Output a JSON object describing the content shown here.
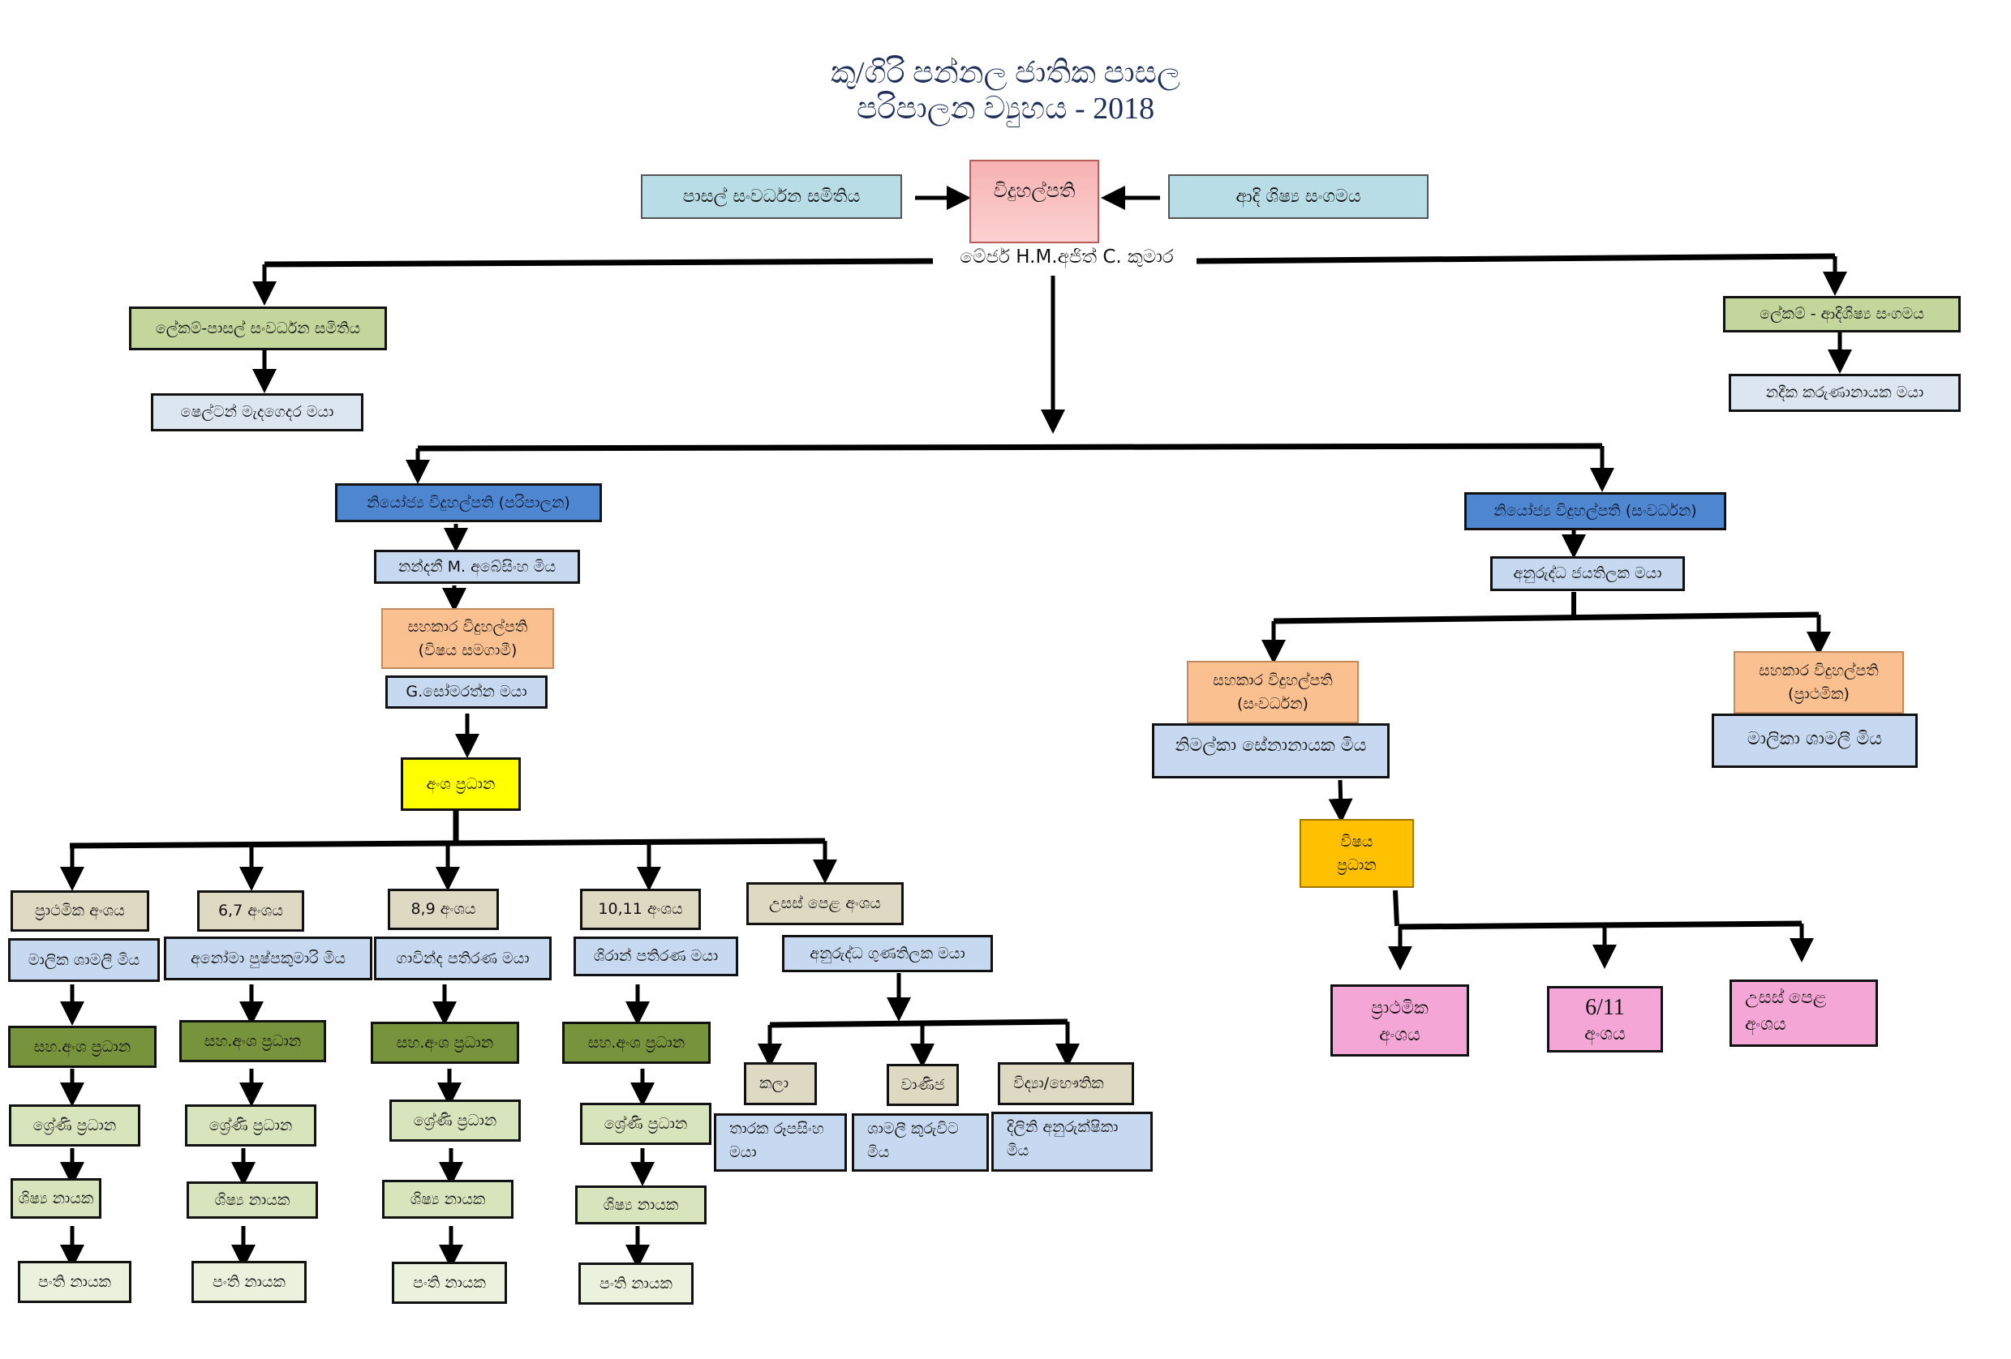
{
  "title": {
    "line1": "කු/ගිරි පන්නල ජාතික පාසල",
    "line2": "පරිපාලන ව්‍යුහය - 2018"
  },
  "top": {
    "development_committee": "පාසල් සංවර්ධන සමිතිය",
    "principal": "විදුහල්පති",
    "old_pupils_association": "ආදි ශිෂ්‍ය සංගමය",
    "principal_name": "මේජර් H.M.අජිත් C. කුමාර"
  },
  "secretaries": {
    "sdc_secretary_title": "ලේකම්-පාසල් සංවර්ධන සමිතිය",
    "sdc_secretary_name": "ෂෙල්ටන් මැදගෙදර මයා",
    "opa_secretary_title": "ලේකම් - ආදිශිෂ්‍ය සංගමය",
    "opa_secretary_name": "නදීක කරුණානායක මයා"
  },
  "admin_branch": {
    "deputy_title": "නියෝජ්‍ය විදුහල්පති (පරිපාලන)",
    "deputy_name": "නන්දනී M. අබේසිංහ මිය",
    "assistant_title_1": "සහකාර විදුහල්පති",
    "assistant_title_2": "(විෂය සමගාමී)",
    "assistant_name": "G.සෝමරත්න මයා",
    "section_head": "අංශ ප්‍රධාන",
    "sections": [
      {
        "name": "ප්‍රාථමික අංශය",
        "head": "මාලික ශාමලී මිය",
        "deputy": "සහ.අංශ ප්‍රධාන",
        "grade_head": "ශ්‍රේණි ප්‍රධාන",
        "student_leader": "ශිෂ්‍ය නායක",
        "class_leader": "පංති නායක"
      },
      {
        "name": "6,7 අංශය",
        "head": "අනෝමා පුෂ්පකුමාරි මිය",
        "deputy": "සහ.අංශ ප්‍රධාන",
        "grade_head": "ශ්‍රේණි ප්‍රධාන",
        "student_leader": "ශිෂ්‍ය නායක",
        "class_leader": "පංති නායක"
      },
      {
        "name": "8,9 අංශය",
        "head": "ගාවින්ද පතිරණ මයා",
        "deputy": "සහ.අංශ ප්‍රධාන",
        "grade_head": "ශ්‍රේණි ප්‍රධාන",
        "student_leader": "ශිෂ්‍ය නායක",
        "class_leader": "පංති නායක"
      },
      {
        "name": "10,11 අංශය",
        "head": "ශිරාන් පතිරණ මයා",
        "deputy": "සහ.අංශ ප්‍රධාන",
        "grade_head": "ශ්‍රේණි ප්‍රධාන",
        "student_leader": "ශිෂ්‍ය නායක",
        "class_leader": "පංති නායක"
      },
      {
        "name": "උසස් පෙළ අංශය",
        "head": "අනුරුද්ධ ගුණතිලක මයා"
      }
    ],
    "al_streams": [
      {
        "name": "කලා",
        "head_line1": "තාරක රූපසිංහ",
        "head_line2": "මයා"
      },
      {
        "name": "වාණිජ",
        "head_line1": "ශාමලී කුරුවිට",
        "head_line2": "මිය"
      },
      {
        "name": "විද්‍යා/භෞතික",
        "head_line1": "දිලිනි අනුරුක්ෂිකා",
        "head_line2": "මිය"
      }
    ]
  },
  "development_branch": {
    "deputy_title": "නියෝජ්‍ය විදුහල්පති (සංවර්ධන)",
    "deputy_name": "අනුරුද්ධ ජයතිලක මයා",
    "assistant_dev_title_1": "සහකාර විදුහල්පති",
    "assistant_dev_title_2": "(සංවර්ධන)",
    "assistant_dev_name": "නිමල්කා සේනානායක මිය",
    "assistant_primary_title_1": "සහකාර විදුහල්පති",
    "assistant_primary_title_2": "(ප්‍රාථමික)",
    "assistant_primary_name": "මාලිකා ශාමලී මිය",
    "subject_head_1": "විෂය",
    "subject_head_2": "ප්‍රධාන",
    "sections": [
      {
        "line1": "ප්‍රාථමික",
        "line2": "අංශය"
      },
      {
        "line1": "6/11",
        "line2": "අංශය"
      },
      {
        "line1": "උසස් පෙළ",
        "line2": "අංශය"
      }
    ]
  }
}
